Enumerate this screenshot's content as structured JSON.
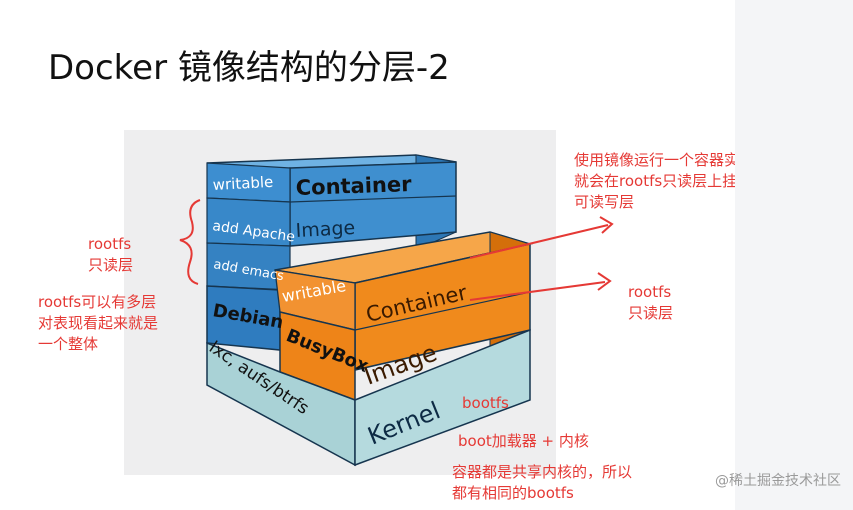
{
  "slide": {
    "title": "Docker 镜像结构的分层-2"
  },
  "diagram": {
    "back_stack": {
      "rows": [
        "writable",
        "add Apache",
        "add emacs",
        "Debian",
        "lxc, aufs/btrfs"
      ],
      "front_labels": [
        "Container",
        "Image"
      ]
    },
    "front_stack": {
      "left_labels": [
        "writable",
        "BusyBox"
      ],
      "front_labels": [
        "Container",
        "Image",
        "Kernel"
      ]
    },
    "colors": {
      "blue": "#3f8fcf",
      "blue_dark": "#2a6fae",
      "orange": "#f08a1c",
      "orange_dark": "#d46f0a",
      "kernel": "#a9d2d6",
      "kernel_dark": "#8bbcc1"
    }
  },
  "annotations": {
    "top_right": [
      "使用镜像运行一个容器实例时，",
      "就会在rootfs只读层上挂载一层",
      "可读写层"
    ],
    "right_mid": [
      "rootfs",
      "只读层"
    ],
    "left_top": [
      "rootfs",
      "只读层"
    ],
    "left_bottom": [
      "rootfs可以有多层",
      "对表现看起来就是",
      "一个整体"
    ],
    "bottom_bootfs": "bootfs",
    "bottom_boot": "boot加载器 + 内核",
    "bottom_shared": [
      "容器都是共享内核的，所以",
      "都有相同的bootfs"
    ],
    "accent_color": "#e53935"
  },
  "watermark": "@稀土掘金技术社区"
}
